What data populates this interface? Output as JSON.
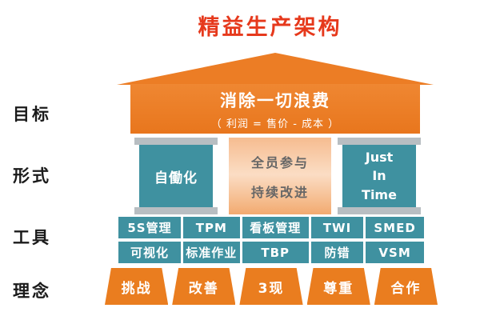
{
  "title": "精益生产架构",
  "side_labels": {
    "goal": "目标",
    "form": "形式",
    "tool": "工具",
    "idea": "理念"
  },
  "roof": {
    "heading": "消除一切浪费",
    "formula": "（ 利润 = 售价 - 成本 ）"
  },
  "pillars": {
    "left": "自働化",
    "middle": [
      "全员参与",
      "持续改进"
    ],
    "right": [
      "Just",
      "In",
      "Time"
    ]
  },
  "tools": {
    "row1": [
      "5S管理",
      "TPM",
      "看板管理",
      "TWI",
      "SMED"
    ],
    "row2": [
      "可视化",
      "标准作业",
      "TBP",
      "防错",
      "VSM"
    ]
  },
  "principles": [
    "挑战",
    "改善",
    "3现",
    "尊重",
    "合作"
  ],
  "colors": {
    "orange": "#EC7D25",
    "teal": "#3F91A0",
    "title_red": "#E6391C",
    "cap_gray": "#B8BEC2"
  }
}
